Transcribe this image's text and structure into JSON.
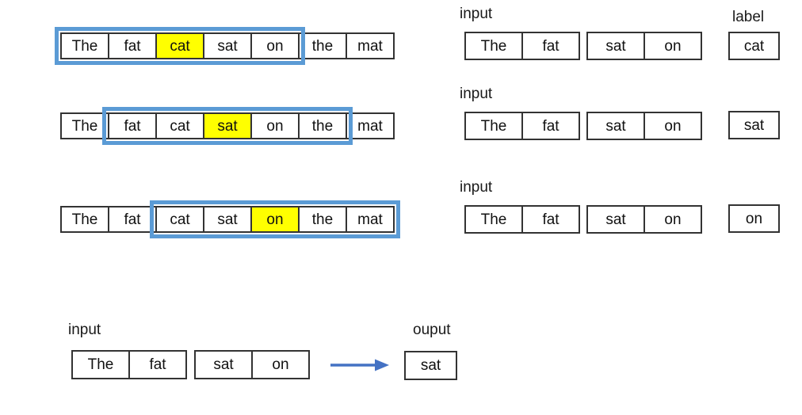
{
  "colors": {
    "window_blue": "#5B9BD5",
    "highlight_yellow": "#FFFF00",
    "arrow_blue": "#4472C4",
    "box_border": "#333333"
  },
  "sentence": [
    "The",
    "fat",
    "cat",
    "sat",
    "on",
    "the",
    "mat"
  ],
  "examples": [
    {
      "input_label": "input",
      "label_label": "label",
      "window_start_index": 0,
      "highlight_index": 2,
      "inputs": [
        "The",
        "fat",
        "sat",
        "on"
      ],
      "label": "cat"
    },
    {
      "input_label": "input",
      "window_start_index": 1,
      "highlight_index": 3,
      "inputs": [
        "The",
        "fat",
        "sat",
        "on"
      ],
      "label": "sat"
    },
    {
      "input_label": "input",
      "window_start_index": 2,
      "highlight_index": 4,
      "inputs": [
        "The",
        "fat",
        "sat",
        "on"
      ],
      "label": "on"
    }
  ],
  "bottom": {
    "input_label": "input",
    "output_label": "ouput",
    "inputs": [
      "The",
      "fat",
      "sat",
      "on"
    ],
    "output": "sat"
  }
}
